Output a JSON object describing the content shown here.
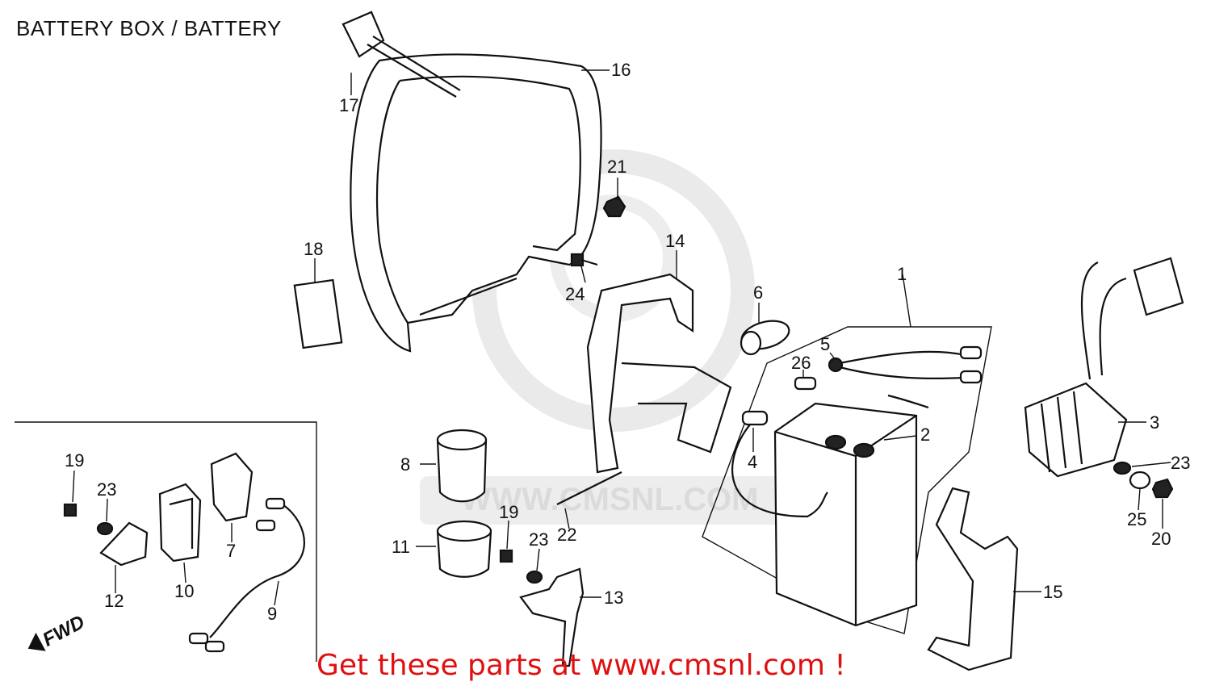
{
  "page": {
    "title": "BATTERY BOX / BATTERY",
    "promo": "Get these parts at www.cmsnl.com !",
    "watermark": "WWW.CMSNL.COM",
    "fwd_label": "FWD"
  },
  "callouts": [
    "1",
    "2",
    "3",
    "4",
    "5",
    "6",
    "7",
    "8",
    "9",
    "10",
    "11",
    "12",
    "13",
    "14",
    "15",
    "16",
    "17",
    "18",
    "19",
    "19",
    "20",
    "21",
    "22",
    "23",
    "23",
    "23",
    "24",
    "25",
    "26"
  ],
  "colors": {
    "ink": "#111111",
    "promo": "#e01010",
    "watermark": "#e6e6e6"
  }
}
